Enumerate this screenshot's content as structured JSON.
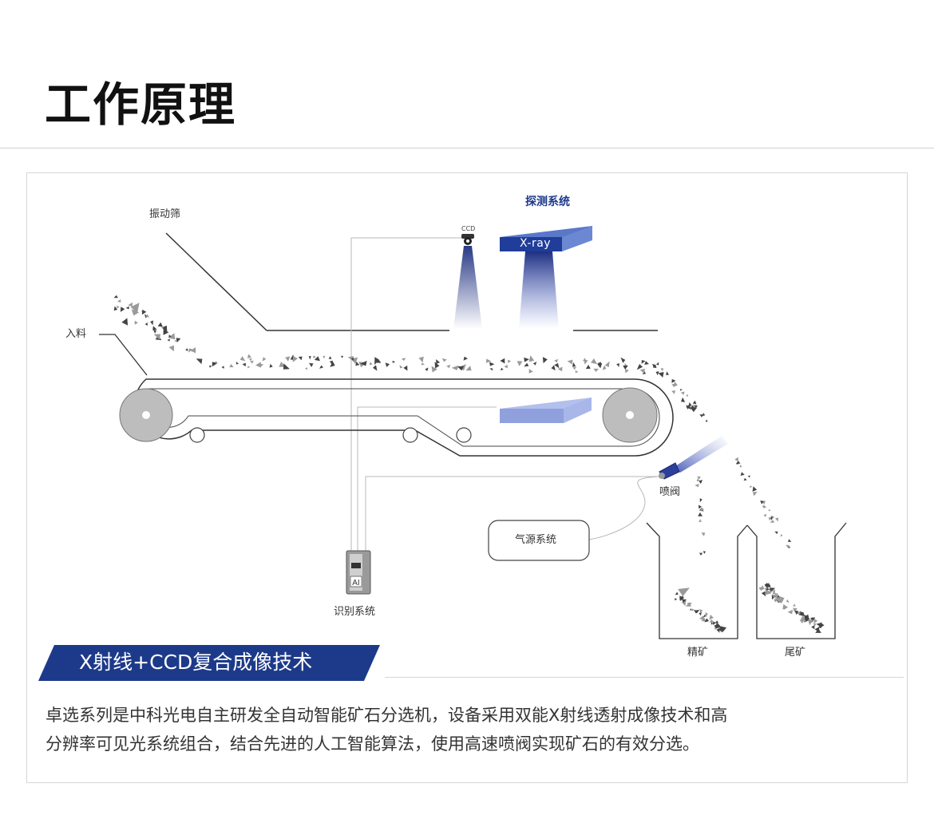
{
  "page": {
    "title": "工作原理"
  },
  "diagram": {
    "labels": {
      "vibrating_screen": "振动筛",
      "feed": "入料",
      "detection_system": "探测系统",
      "ccd": "CCD",
      "xray": "X-ray",
      "spray_valve": "喷阀",
      "air_system": "气源系统",
      "recognition_system": "识别系统",
      "ai": "AI",
      "concentrate": "精矿",
      "tailings": "尾矿"
    },
    "colors": {
      "accent": "#1d3a8a",
      "xray_box": "#1f3d99",
      "xray_box_top": "#5a78c9",
      "detector_plate": "#8fa0dd",
      "roller": "#bdbdbd",
      "ore_dark": "#444444",
      "ore_light": "#9a9a9a"
    }
  },
  "banner": {
    "text": "X射线+CCD复合成像技术"
  },
  "description": {
    "line1": "卓选系列是中科光电自主研发全自动智能矿石分选机，设备采用双能X射线透射成像技术和高",
    "line2": "分辨率可见光系统组合，结合先进的人工智能算法，使用高速喷阀实现矿石的有效分选。"
  }
}
